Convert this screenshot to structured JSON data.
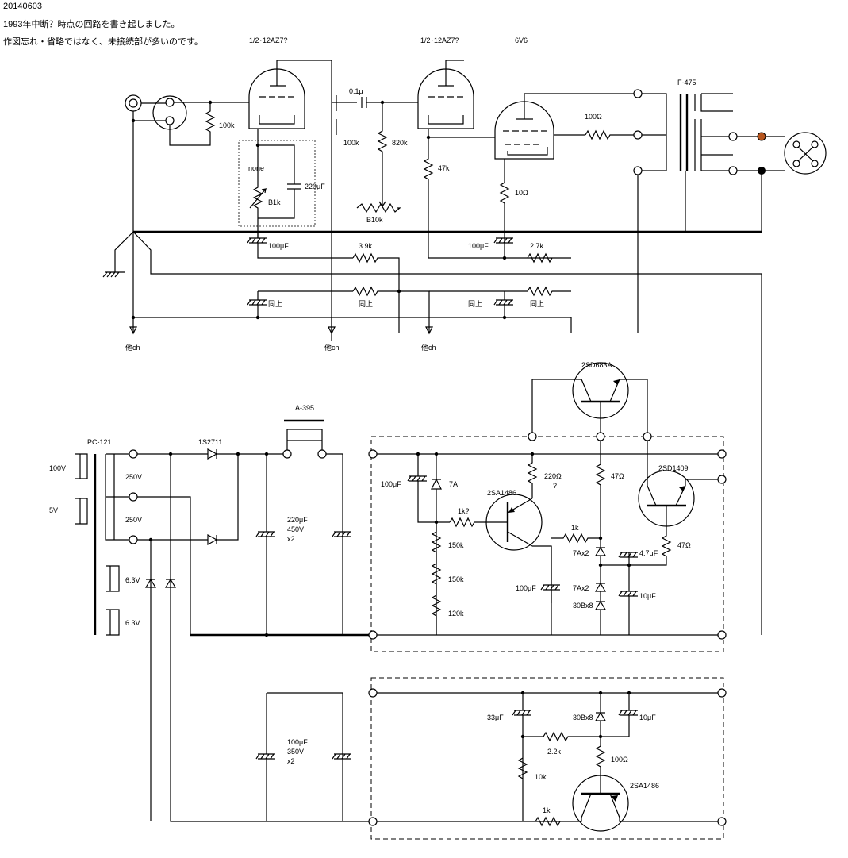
{
  "header": {
    "date": "20140603",
    "line1": "1993年中断？時点の回路を書き起しました。",
    "line2": "作図忘れ・省略ではなく、未接続部が多いのです。"
  },
  "labels": {
    "tube1": "1/2･12AZ7?",
    "tube2": "1/2･12AZ7?",
    "tube3": "6V6",
    "r_input": "100k",
    "none": "none",
    "b1k": "B1k",
    "c220uf": "220μF",
    "c01u": "0.1μ",
    "r100k_b": "100k",
    "r820k": "820k",
    "b10k": "B10k",
    "r47k": "47k",
    "r100ohm": "100Ω",
    "r10ohm": "10Ω",
    "f475": "F-475",
    "c100uf_a": "100μF",
    "r3_9k": "3.9k",
    "c100uf_b": "100μF",
    "r2_7k": "2.7k",
    "dojo1": "同上",
    "dojo2": "同上",
    "dojo3": "同上",
    "dojo4": "同上",
    "tach1": "他ch",
    "tach2": "他ch",
    "tach3": "他ch",
    "q2sd683a": "2SD683A",
    "a395": "A-395",
    "pc121": "PC-121",
    "d1s2711": "1S2711",
    "v100": "100V",
    "v5": "5V",
    "v250a": "250V",
    "v250b": "250V",
    "v63a": "6.3V",
    "v63b": "6.3V",
    "c220_450": "220μF",
    "c220_450v": "450V",
    "c220_x2": "x2",
    "c100uf_7a": "100μF",
    "z7a": "7A",
    "r220": "220Ω",
    "r220q": "?",
    "q2sa1486a": "2SA1486",
    "r1kq": "1k?",
    "r150k_a": "150k",
    "r150k_b": "150k",
    "r120k": "120k",
    "r47_a": "47Ω",
    "q2sd1409": "2SD1409",
    "r1k_a": "1k",
    "z7ax2a": "7Ax2",
    "c47uf": "4.7μF",
    "r47_b": "47Ω",
    "c100uf_c": "100μF",
    "z7ax2b": "7Ax2",
    "c10uf_a": "10μF",
    "z30bx8a": "30Bx8",
    "c100_350": "100μF",
    "c100_350v": "350V",
    "c100_x2": "x2",
    "c33uf": "33μF",
    "z30bx8b": "30Bx8",
    "c10uf_b": "10μF",
    "r2_2k": "2.2k",
    "r100ohm_b": "100Ω",
    "r10k": "10k",
    "q2sa1486b": "2SA1486",
    "r1k_b": "1k"
  }
}
